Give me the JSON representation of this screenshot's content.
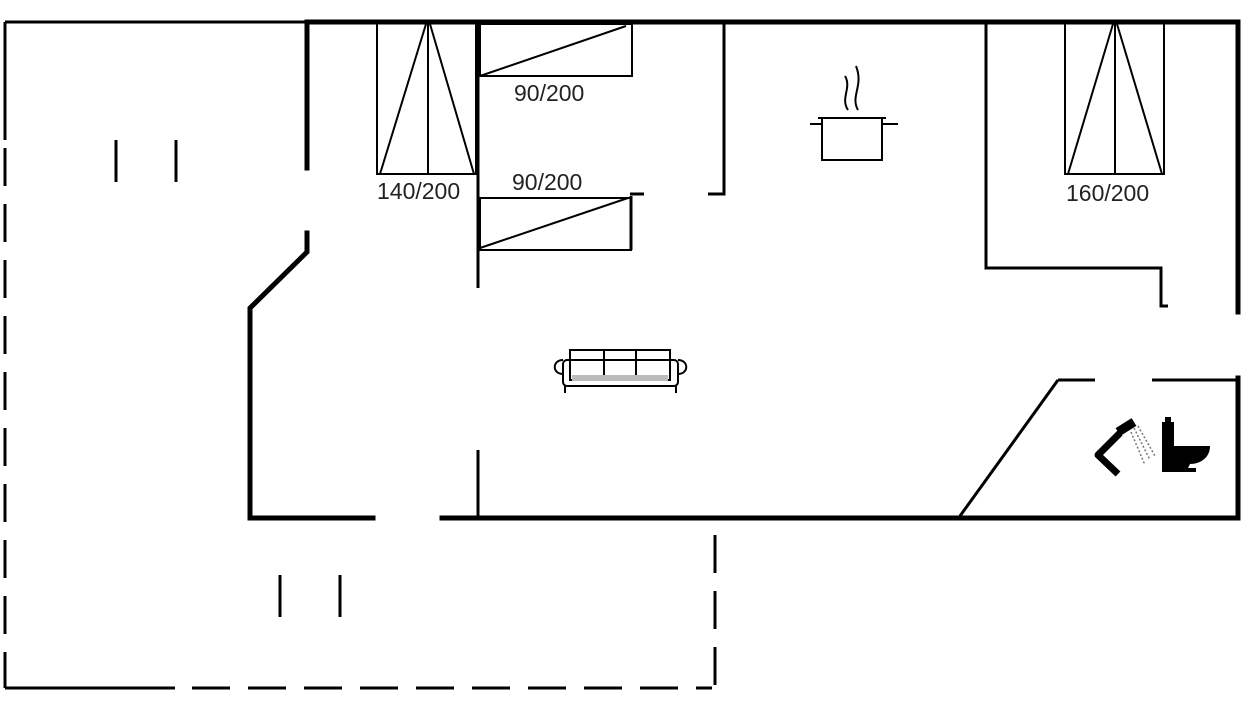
{
  "floorplan": {
    "beds": [
      {
        "label": "140/200"
      },
      {
        "label": "90/200"
      },
      {
        "label": "90/200"
      },
      {
        "label": "160/200"
      }
    ],
    "icons": [
      "kitchen-pot-icon",
      "sofa-icon",
      "shower-icon",
      "toilet-icon"
    ],
    "colors": {
      "line": "#000000",
      "background": "#ffffff"
    }
  }
}
